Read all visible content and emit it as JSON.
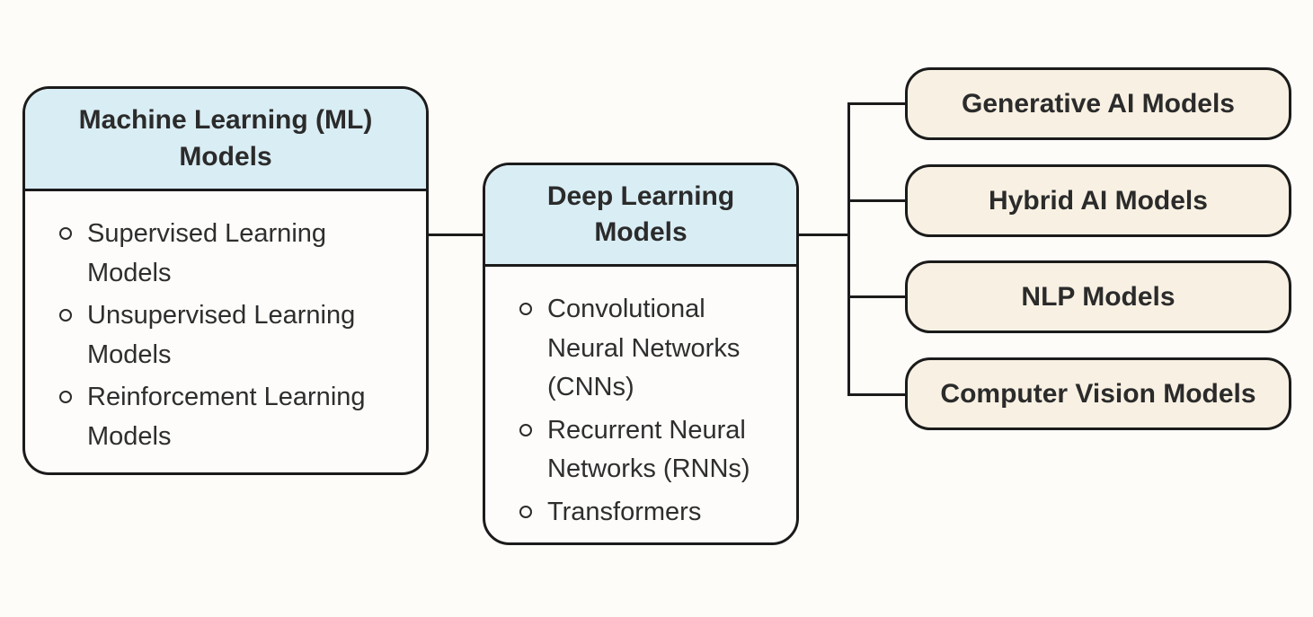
{
  "diagram": {
    "ml_box": {
      "title": "Machine Learning (ML) Models",
      "items": [
        "Supervised Learning Models",
        "Unsupervised Learning Models",
        "Reinforcement Learning Models"
      ]
    },
    "dl_box": {
      "title": "Deep Learning Models",
      "items": [
        "Convolutional Neural Networks (CNNs)",
        "Recurrent Neural Networks (RNNs)",
        "Transformers"
      ]
    },
    "leaf_boxes": [
      "Generative AI Models",
      "Hybrid AI Models",
      "NLP Models",
      "Computer Vision Models"
    ],
    "colors": {
      "header_fill": "#d9edf4",
      "leaf_fill": "#f8f1e3",
      "box_fill": "#fdfcfa",
      "line": "#1b1b1b",
      "text": "#2e2e2e",
      "background": "#fdfcf9"
    }
  }
}
